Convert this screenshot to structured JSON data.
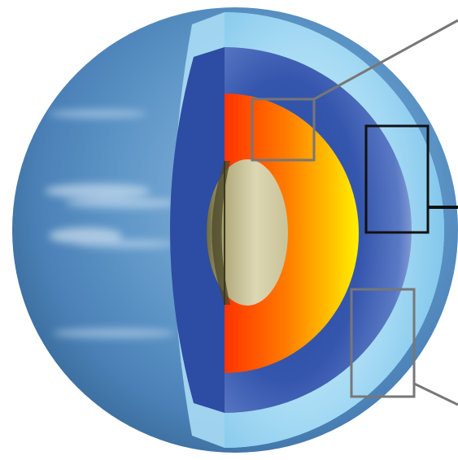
{
  "diagram": {
    "subject": "planet-interior-cutaway",
    "layers": [
      {
        "id": "outer-atmosphere",
        "color": "#6aa3d3"
      },
      {
        "id": "upper-atmosphere-shell",
        "color": "#9fd3f0"
      },
      {
        "id": "mantle",
        "color": "#2d4fa6"
      },
      {
        "id": "rocky-core-shell",
        "color_inner": "#ffee00",
        "color_outer": "#ff3a00"
      },
      {
        "id": "inner-core",
        "color": "#ddd6b2"
      }
    ],
    "callouts": [
      {
        "id": "callout-core-shell",
        "stroke": "#777777"
      },
      {
        "id": "callout-mantle",
        "stroke": "#111111"
      },
      {
        "id": "callout-lower-mantle",
        "stroke": "#777777"
      }
    ]
  }
}
